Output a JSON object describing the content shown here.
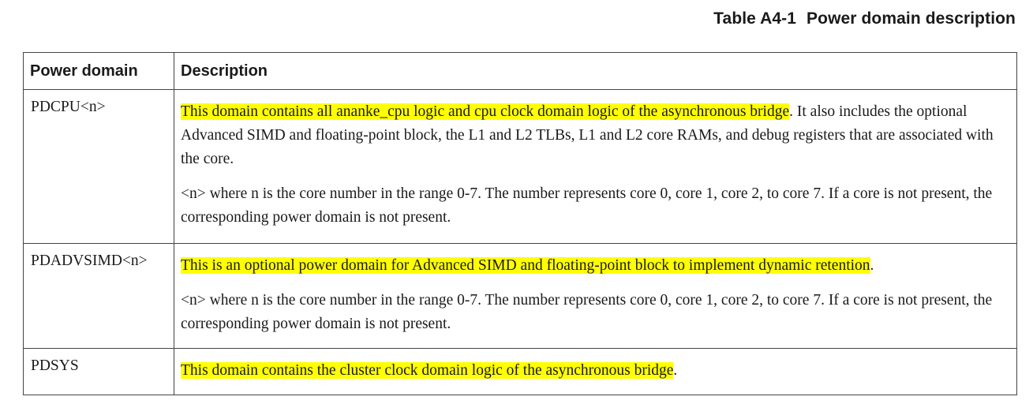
{
  "caption": {
    "number": "Table A4-1",
    "title": "Power domain description"
  },
  "table": {
    "headers": [
      "Power domain",
      "Description"
    ],
    "rows": [
      {
        "domain": "PDCPU<n>",
        "highlight": "This domain contains all ananke_cpu logic and cpu clock domain logic of the asynchronous bridge",
        "rest": ". It also includes the optional Advanced SIMD and floating-point block, the L1 and L2 TLBs, L1 and L2 core RAMs, and debug registers that are associated with the core.",
        "note": "<n> where n is the core number in the range 0-7. The number represents core 0, core 1, core 2, to core 7. If a core is not present, the corresponding power domain is not present."
      },
      {
        "domain": "PDADVSIMD<n>",
        "highlight": "This is an optional power domain for Advanced SIMD and floating-point block to implement dynamic retention",
        "rest": ".",
        "note": "<n> where n is the core number in the range 0-7. The number represents core 0, core 1, core 2, to core 7. If a core is not present, the corresponding power domain is not present."
      },
      {
        "domain": "PDSYS",
        "highlight": "This domain contains the cluster clock domain logic of the asynchronous bridge",
        "rest": "."
      }
    ]
  },
  "colors": {
    "highlight": "#ffff00",
    "border": "#444444",
    "text": "#1a1a1a"
  }
}
